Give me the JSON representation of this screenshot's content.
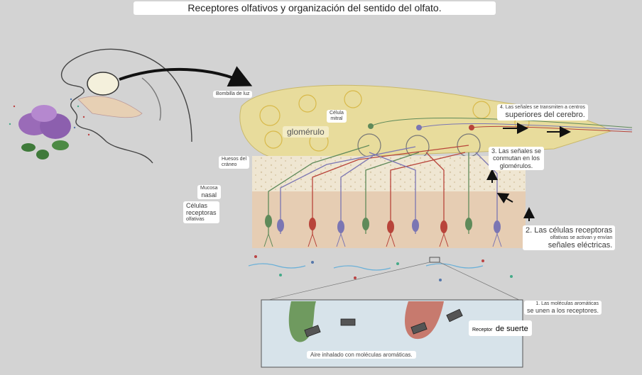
{
  "title": "Receptores olfativos y organización del sentido del olfato.",
  "labels": {
    "bulb": "Bombilla de luz",
    "mitral_1": "Célula",
    "mitral_2": "mitral",
    "glomerulo": "glomérulo",
    "skull_1": "Huesos del",
    "skull_2": "cráneo",
    "mucosa_1": "Mucosa",
    "mucosa_2": "nasal",
    "receptor_cells_1": "Células",
    "receptor_cells_2": "receptoras",
    "receptor_cells_3": "olfativas",
    "step4_1": "4. Las señales se transmiten a centros",
    "step4_2": "superiores del cerebro.",
    "step3_1": "3. Las señales se",
    "step3_2": "conmutan en los",
    "step3_3": "glomérulos.",
    "step2_1": "2. Las células receptoras",
    "step2_2": "olfativas se activan y envían",
    "step2_3": "señales eléctricas.",
    "step1_1": "1. Las moléculas aromáticas",
    "step1_2": "se unen a los receptores.",
    "luck_1": "Receptor",
    "luck_2": "de suerte",
    "air": "Aire inhalado con moléculas aromáticas."
  },
  "colors": {
    "background": "#d3d3d3",
    "bulb": "#e8dc9c",
    "bone": "#efe6d2",
    "mucosa": "#e6cdb3",
    "neuron_red": "#b8443a",
    "neuron_green": "#5f8a5a",
    "neuron_purple": "#7b76b3"
  }
}
